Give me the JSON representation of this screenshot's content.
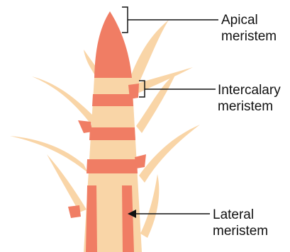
{
  "diagram": {
    "labels": [
      {
        "id": "apical",
        "line1": "Apical",
        "line2": "meristem"
      },
      {
        "id": "intercalary",
        "line1": "Intercalary",
        "line2": "meristem"
      },
      {
        "id": "lateral",
        "line1": "Lateral",
        "line2": "meristem"
      }
    ],
    "colors": {
      "stem": "#F9D5A7",
      "meristem": "#F07D64",
      "leader": "#111111",
      "background": "#FFFFFF"
    }
  }
}
